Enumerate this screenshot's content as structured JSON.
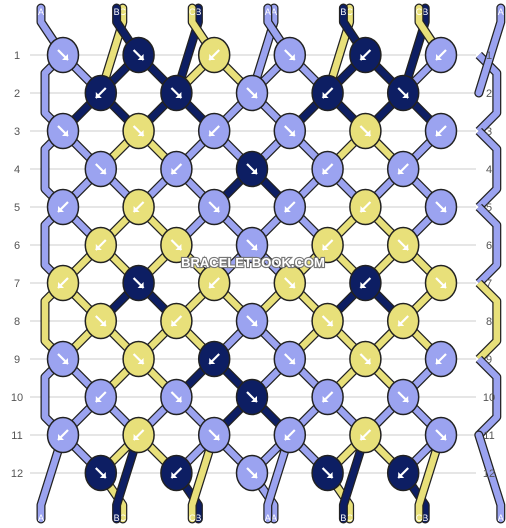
{
  "watermark": "BRACELETBOOK.COM",
  "colors": {
    "A": "#9ba3f0",
    "B": "#0d1e63",
    "C": "#e8e07a",
    "outline": "#222222",
    "gridline": "#cccccc",
    "arrow": "#ffffff"
  },
  "top_strands": [
    "A",
    "C",
    "B",
    "B",
    "C",
    "A",
    "A",
    "C",
    "B",
    "B",
    "C",
    "A"
  ],
  "bottom_strands": [
    "A",
    "C",
    "B",
    "B",
    "C",
    "A",
    "A",
    "C",
    "B",
    "B",
    "C",
    "A"
  ],
  "row_labels": [
    "1",
    "2",
    "3",
    "4",
    "5",
    "6",
    "7",
    "8",
    "9",
    "10",
    "11",
    "12"
  ],
  "rows": [
    [
      {
        "c": "A",
        "d": "se"
      },
      {
        "c": "B",
        "d": "se"
      },
      {
        "c": "C",
        "d": "sw"
      },
      {
        "c": "A",
        "d": "se"
      },
      {
        "c": "B",
        "d": "sw"
      },
      {
        "c": "A",
        "d": "sw"
      }
    ],
    [
      {
        "c": "B",
        "d": "sw"
      },
      {
        "c": "B",
        "d": "se"
      },
      {
        "c": "A",
        "d": "se"
      },
      {
        "c": "B",
        "d": "sw"
      },
      {
        "c": "B",
        "d": "se"
      }
    ],
    [
      {
        "c": "A",
        "d": "se"
      },
      {
        "c": "C",
        "d": "se"
      },
      {
        "c": "A",
        "d": "sw"
      },
      {
        "c": "A",
        "d": "se"
      },
      {
        "c": "C",
        "d": "se"
      },
      {
        "c": "A",
        "d": "sw"
      }
    ],
    [
      {
        "c": "A",
        "d": "se"
      },
      {
        "c": "A",
        "d": "sw"
      },
      {
        "c": "B",
        "d": "se"
      },
      {
        "c": "A",
        "d": "sw"
      },
      {
        "c": "A",
        "d": "sw"
      }
    ],
    [
      {
        "c": "A",
        "d": "sw"
      },
      {
        "c": "C",
        "d": "sw"
      },
      {
        "c": "A",
        "d": "se"
      },
      {
        "c": "A",
        "d": "sw"
      },
      {
        "c": "C",
        "d": "sw"
      },
      {
        "c": "A",
        "d": "se"
      }
    ],
    [
      {
        "c": "C",
        "d": "sw"
      },
      {
        "c": "C",
        "d": "se"
      },
      {
        "c": "A",
        "d": "se"
      },
      {
        "c": "C",
        "d": "sw"
      },
      {
        "c": "C",
        "d": "se"
      }
    ],
    [
      {
        "c": "C",
        "d": "sw"
      },
      {
        "c": "B",
        "d": "se"
      },
      {
        "c": "C",
        "d": "sw"
      },
      {
        "c": "C",
        "d": "se"
      },
      {
        "c": "B",
        "d": "sw"
      },
      {
        "c": "C",
        "d": "se"
      }
    ],
    [
      {
        "c": "C",
        "d": "se"
      },
      {
        "c": "C",
        "d": "sw"
      },
      {
        "c": "A",
        "d": "se"
      },
      {
        "c": "C",
        "d": "se"
      },
      {
        "c": "C",
        "d": "sw"
      }
    ],
    [
      {
        "c": "A",
        "d": "se"
      },
      {
        "c": "C",
        "d": "se"
      },
      {
        "c": "B",
        "d": "sw"
      },
      {
        "c": "A",
        "d": "se"
      },
      {
        "c": "C",
        "d": "se"
      },
      {
        "c": "A",
        "d": "sw"
      }
    ],
    [
      {
        "c": "A",
        "d": "sw"
      },
      {
        "c": "A",
        "d": "se"
      },
      {
        "c": "B",
        "d": "se"
      },
      {
        "c": "A",
        "d": "sw"
      },
      {
        "c": "A",
        "d": "se"
      }
    ],
    [
      {
        "c": "A",
        "d": "sw"
      },
      {
        "c": "C",
        "d": "sw"
      },
      {
        "c": "A",
        "d": "se"
      },
      {
        "c": "A",
        "d": "sw"
      },
      {
        "c": "C",
        "d": "sw"
      },
      {
        "c": "A",
        "d": "se"
      }
    ],
    [
      {
        "c": "B",
        "d": "se"
      },
      {
        "c": "B",
        "d": "sw"
      },
      {
        "c": "A",
        "d": "se"
      },
      {
        "c": "B",
        "d": "se"
      },
      {
        "c": "B",
        "d": "sw"
      }
    ]
  ]
}
